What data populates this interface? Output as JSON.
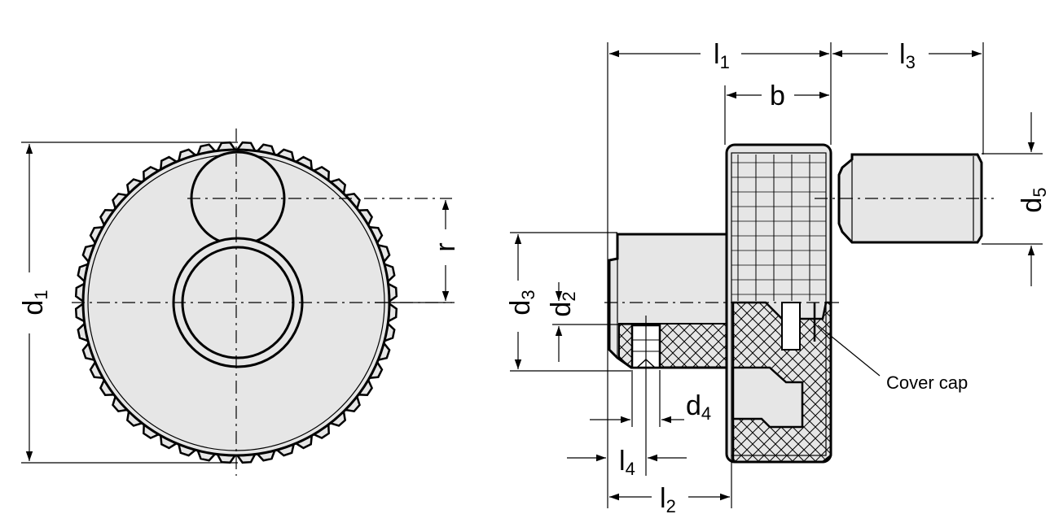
{
  "drawing": {
    "colors": {
      "line": "#000000",
      "part_fill": "#e6e6e6",
      "background": "#ffffff"
    },
    "dimensions": {
      "d1": {
        "base": "d",
        "sub": "1"
      },
      "r": {
        "base": "r",
        "sub": ""
      },
      "l1": {
        "base": "l",
        "sub": "1"
      },
      "l3": {
        "base": "l",
        "sub": "3"
      },
      "b": {
        "base": "b",
        "sub": ""
      },
      "d5": {
        "base": "d",
        "sub": "5"
      },
      "d3": {
        "base": "d",
        "sub": "3"
      },
      "d2": {
        "base": "d",
        "sub": "2"
      },
      "d4": {
        "base": "d",
        "sub": "4"
      },
      "l4": {
        "base": "l",
        "sub": "4"
      },
      "l2": {
        "base": "l",
        "sub": "2"
      }
    },
    "callouts": {
      "cover_cap": "Cover cap"
    }
  }
}
